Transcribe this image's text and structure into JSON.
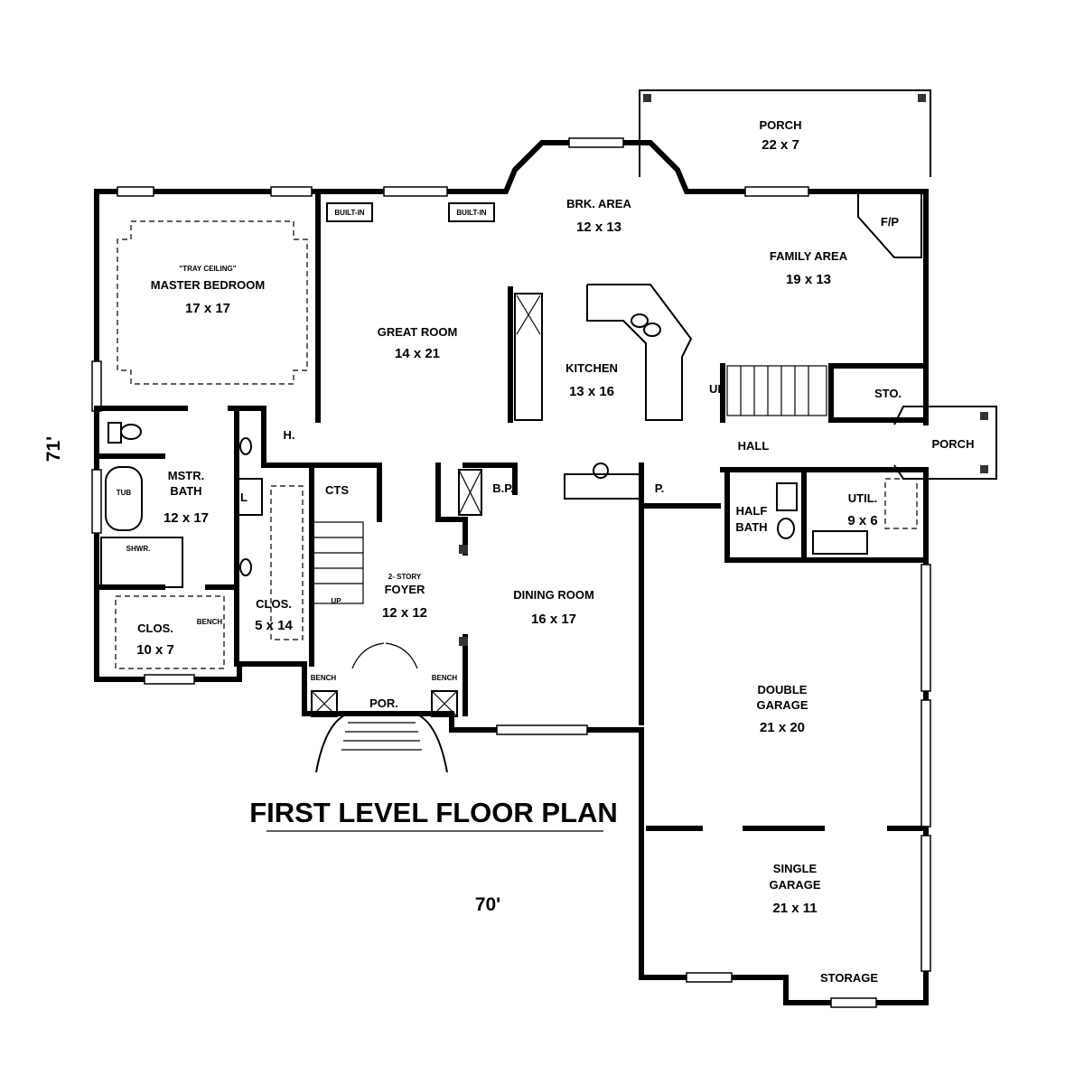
{
  "title": "FIRST LEVEL FLOOR PLAN",
  "width_dim": "70'",
  "depth_dim": "71'",
  "rooms": {
    "porch_rear": {
      "name": "PORCH",
      "size": "22 x 7"
    },
    "brk_area": {
      "name": "BRK. AREA",
      "size": "12 x 13"
    },
    "family_area": {
      "name": "FAMILY AREA",
      "size": "19 x 13"
    },
    "fireplace": {
      "name": "F/P"
    },
    "master_bedroom": {
      "note": "\"TRAY CEILING\"",
      "name": "MASTER BEDROOM",
      "size": "17 x 17"
    },
    "great_room": {
      "name": "GREAT ROOM",
      "size": "14 x 21"
    },
    "kitchen": {
      "name": "KITCHEN",
      "size": "13 x 16"
    },
    "stairs_up": {
      "name": "UP"
    },
    "storage_closet": {
      "name": "STO."
    },
    "porch_side": {
      "name": "PORCH"
    },
    "hall_small": {
      "name": "H."
    },
    "hall": {
      "name": "HALL"
    },
    "mstr_bath": {
      "name_line1": "MSTR.",
      "name_line2": "BATH",
      "size": "12 x 17"
    },
    "tub": {
      "name": "TUB"
    },
    "shower": {
      "name": "SHWR."
    },
    "linen": {
      "name": "L"
    },
    "cts": {
      "name": "CTS"
    },
    "bp": {
      "name": "B.P."
    },
    "pantry": {
      "name": "P."
    },
    "half_bath": {
      "name_line1": "HALF",
      "name_line2": "BATH"
    },
    "util": {
      "name": "UTIL.",
      "size": "9 x 6"
    },
    "foyer": {
      "note": "2- STORY",
      "name": "FOYER",
      "size": "12 x 12"
    },
    "foyer_stair_up": {
      "name": "UP"
    },
    "dining_room": {
      "name": "DINING ROOM",
      "size": "16 x 17"
    },
    "clos_small": {
      "name": "CLOS.",
      "size": "5 x 14"
    },
    "clos_large": {
      "name": "CLOS.",
      "size": "10 x 7"
    },
    "front_porch": {
      "name": "POR."
    },
    "double_garage": {
      "name_line1": "DOUBLE",
      "name_line2": "GARAGE",
      "size": "21 x 20"
    },
    "single_garage": {
      "name_line1": "SINGLE",
      "name_line2": "GARAGE",
      "size": "21 x 11"
    },
    "storage": {
      "name": "STORAGE"
    }
  },
  "built_ins": [
    "BUILT-IN",
    "BUILT-IN"
  ],
  "tiny_labels": {
    "bench": "BENCH",
    "shelf_left": "BENCH",
    "shelf_right": "BENCH"
  }
}
